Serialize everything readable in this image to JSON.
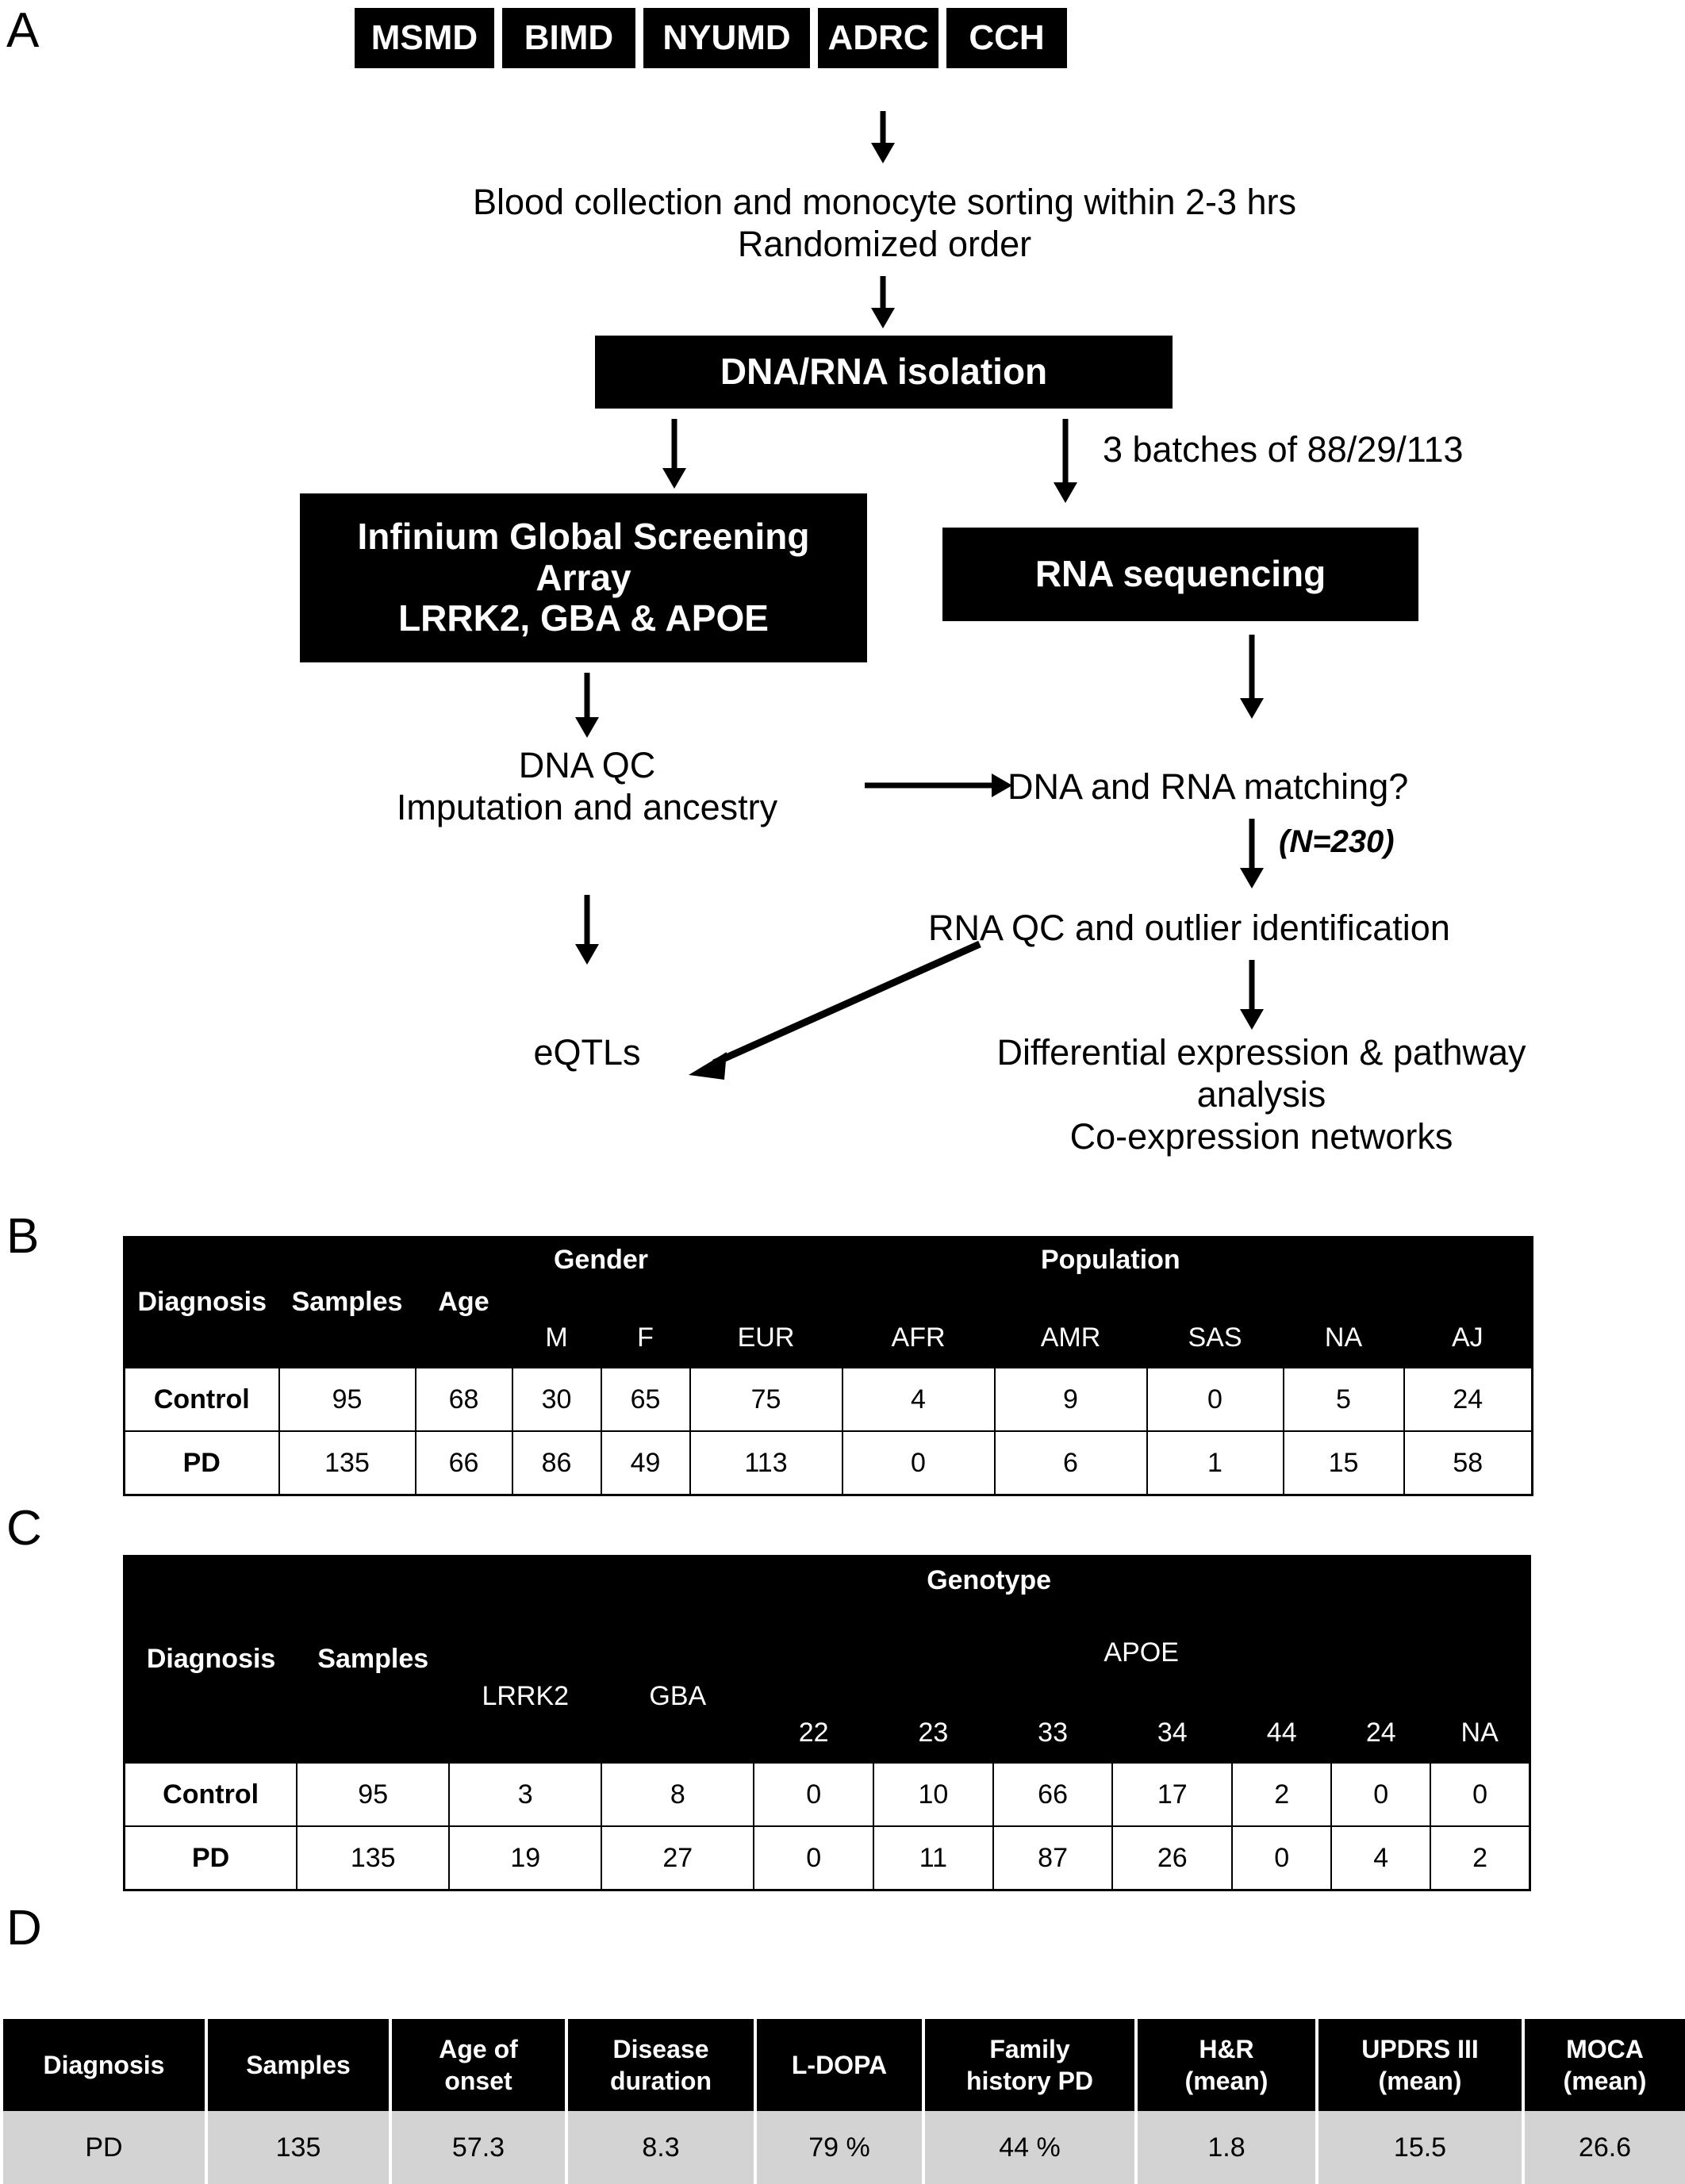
{
  "panels": {
    "a": "A",
    "b": "B",
    "c": "C",
    "d": "D"
  },
  "flow": {
    "sources": [
      "MSMD",
      "BIMD",
      "NYUMD",
      "ADRC",
      "CCH"
    ],
    "collection_line1": "Blood collection and monocyte sorting within 2-3 hrs",
    "collection_line2": "Randomized order",
    "isolation": "DNA/RNA isolation",
    "batches_label": "3 batches of 88/29/113",
    "array_line1": "Infinium Global Screening",
    "array_line2": "Array",
    "array_line3": "LRRK2, GBA & APOE",
    "rnaseq": "RNA sequencing",
    "dnaqc_line1": "DNA QC",
    "dnaqc_line2": "Imputation and ancestry",
    "matching": "DNA and RNA matching?",
    "matching_n": "(N=230)",
    "rnaqc": "RNA QC and outlier identification",
    "eqtls": "eQTLs",
    "de_line1": "Differential expression & pathway",
    "de_line2": "analysis",
    "de_line3": "Co-expression networks"
  },
  "table_b": {
    "group_headers": [
      "Diagnosis",
      "Samples",
      "Age",
      "Gender",
      "Population"
    ],
    "sub_headers": [
      "M",
      "F",
      "EUR",
      "AFR",
      "AMR",
      "SAS",
      "NA",
      "AJ"
    ],
    "rows": [
      {
        "diagnosis": "Control",
        "cells": [
          "95",
          "68",
          "30",
          "65",
          "75",
          "4",
          "9",
          "0",
          "5",
          "24"
        ]
      },
      {
        "diagnosis": "PD",
        "cells": [
          "135",
          "66",
          "86",
          "49",
          "113",
          "0",
          "6",
          "1",
          "15",
          "58"
        ]
      }
    ]
  },
  "table_c": {
    "group_headers": [
      "Diagnosis",
      "Samples",
      "Genotype"
    ],
    "gene_headers": [
      "LRRK2",
      "GBA",
      "APOE"
    ],
    "sub_headers": [
      "22",
      "23",
      "33",
      "34",
      "44",
      "24",
      "NA"
    ],
    "rows": [
      {
        "diagnosis": "Control",
        "cells": [
          "95",
          "3",
          "8",
          "0",
          "10",
          "66",
          "17",
          "2",
          "0",
          "0"
        ]
      },
      {
        "diagnosis": "PD",
        "cells": [
          "135",
          "19",
          "27",
          "0",
          "11",
          "87",
          "26",
          "0",
          "4",
          "2"
        ]
      }
    ]
  },
  "table_d": {
    "headers": [
      {
        "l1": "Diagnosis",
        "l2": ""
      },
      {
        "l1": "Samples",
        "l2": ""
      },
      {
        "l1": "Age of",
        "l2": "onset"
      },
      {
        "l1": "Disease",
        "l2": "duration"
      },
      {
        "l1": "L-DOPA",
        "l2": ""
      },
      {
        "l1": "Family",
        "l2": "history PD"
      },
      {
        "l1": "H&R",
        "l2": "(mean)"
      },
      {
        "l1": "UPDRS III",
        "l2": "(mean)"
      },
      {
        "l1": "MOCA",
        "l2": "(mean)"
      }
    ],
    "rows": [
      {
        "cells": [
          "PD",
          "135",
          "57.3",
          "8.3",
          "79 %",
          "44 %",
          "1.8",
          "15.5",
          "26.6"
        ]
      }
    ]
  },
  "colors": {
    "ink": "#000000",
    "paper": "#ffffff",
    "row_gray": "#d3d3d3"
  }
}
